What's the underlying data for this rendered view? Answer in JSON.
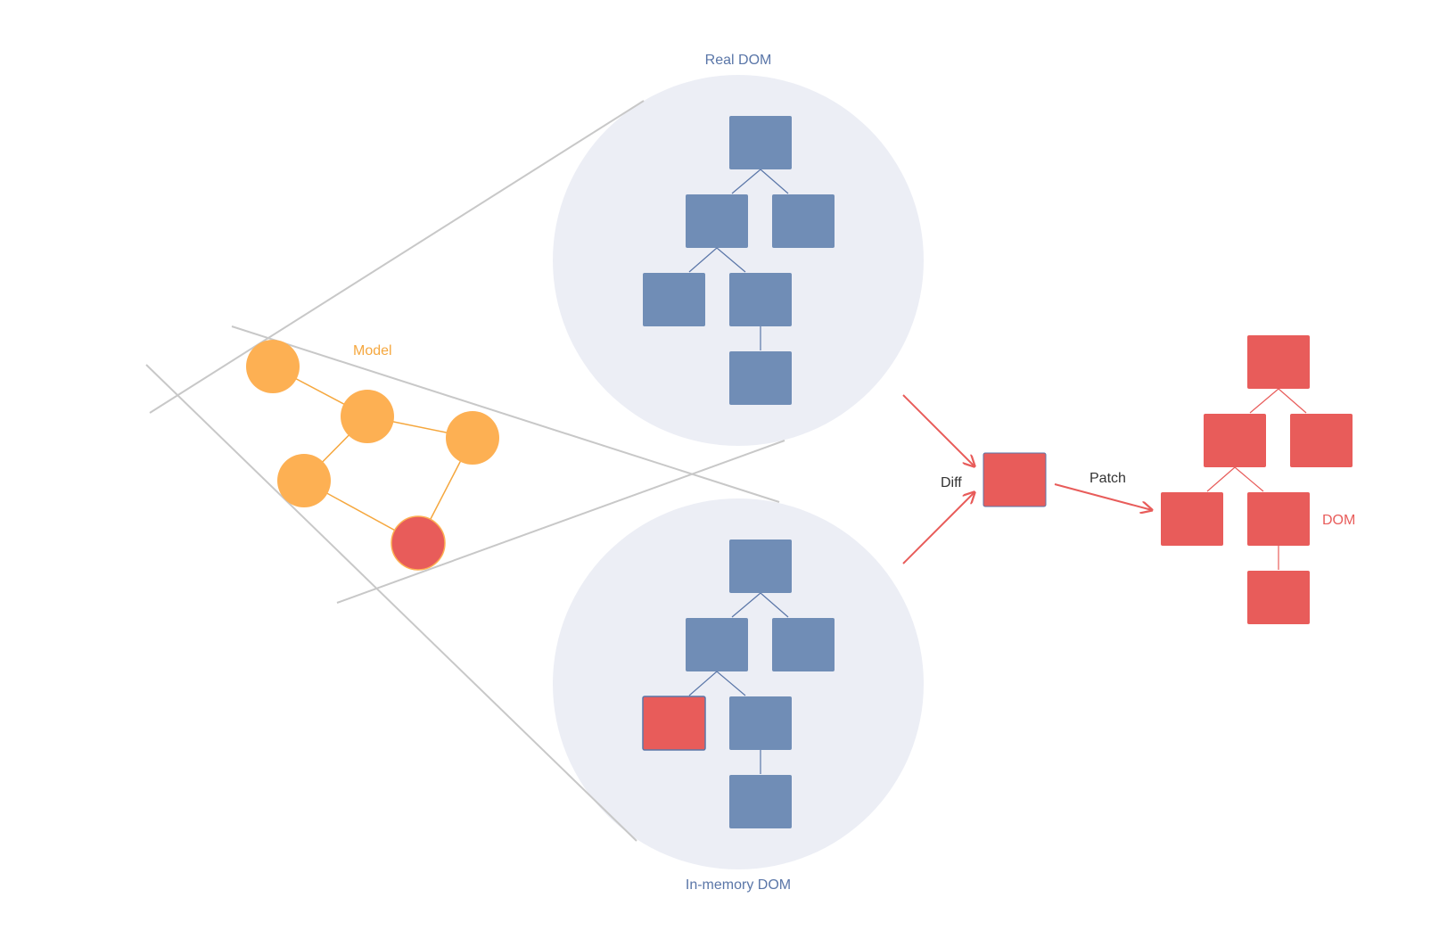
{
  "labels": {
    "real_dom": "Real DOM",
    "in_memory_dom": "In-memory DOM",
    "model": "Model",
    "diff": "Diff",
    "patch": "Patch",
    "dom": "DOM"
  },
  "colors": {
    "blue_node": "#708db6",
    "blue_text": "#5a76a8",
    "red_node": "#e85c5a",
    "orange_node": "#fdb053",
    "orange_text": "#f5a73e",
    "circle_bg": "#eceef5",
    "gray_line": "#c8c8c8",
    "dark_text": "#333333"
  },
  "trees": {
    "real_dom": {
      "changed_node": null
    },
    "in_memory_dom": {
      "changed_node": "left-grandchild"
    },
    "dom": {
      "changed_node": null
    }
  },
  "model": {
    "node_count": 5,
    "changed_node_index": 4
  }
}
